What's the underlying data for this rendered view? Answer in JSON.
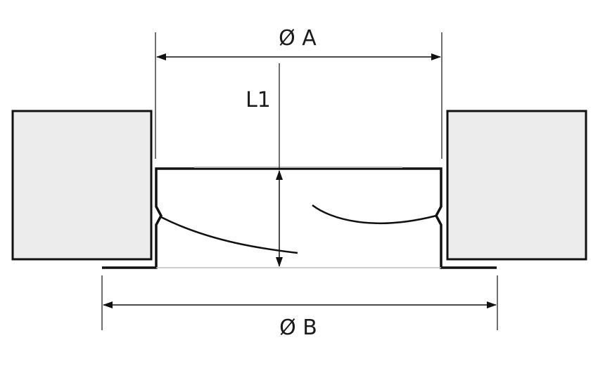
{
  "diagram": {
    "labels": {
      "diameter_a": "Ø A",
      "length_l1": "L1",
      "diameter_b": "Ø B"
    },
    "colors": {
      "stroke": "#111111",
      "wall_fill": "#ececec",
      "background": "#ffffff",
      "light_line": "#bdbdbd"
    }
  }
}
